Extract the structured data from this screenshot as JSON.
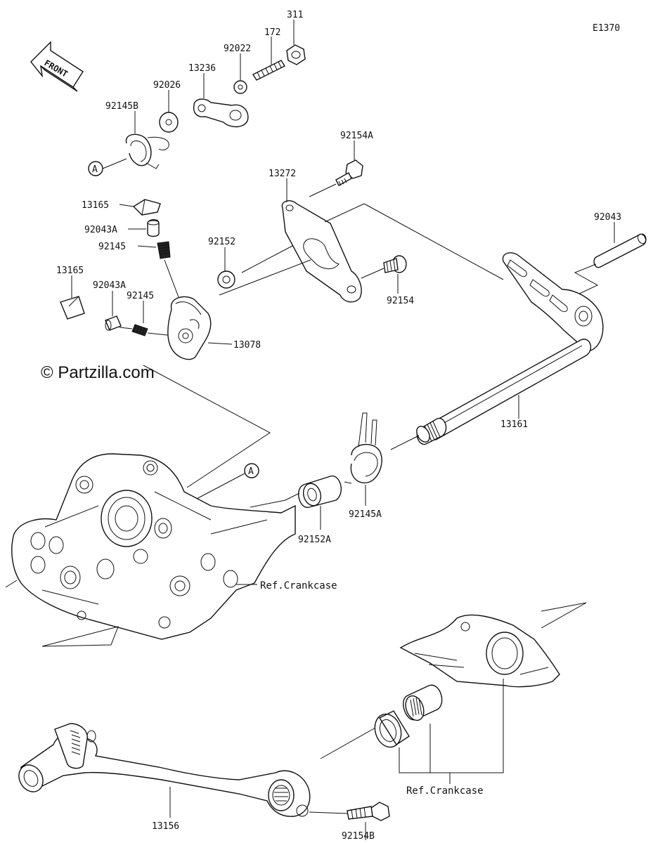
{
  "diagram_code": "E1370",
  "watermark": "© Partzilla.com",
  "front_arrow_label": "FRONT",
  "callout_marker": "A",
  "ref_crankcase_1": "Ref.Crankcase",
  "ref_crankcase_2": "Ref.Crankcase",
  "parts": {
    "p311": "311",
    "p172": "172",
    "p92022": "92022",
    "p13236": "13236",
    "p92026": "92026",
    "p92145B": "92145B",
    "p92154A": "92154A",
    "p13272": "13272",
    "p92043": "92043",
    "p13165_top": "13165",
    "p92043A_top": "92043A",
    "p92145_top": "92145",
    "p92152": "92152",
    "p92154": "92154",
    "p13165_left": "13165",
    "p92043A_left": "92043A",
    "p92145_left": "92145",
    "p13078": "13078",
    "p13161": "13161",
    "p92145A": "92145A",
    "p92152A": "92152A",
    "p13156": "13156",
    "p92154B": "92154B"
  }
}
